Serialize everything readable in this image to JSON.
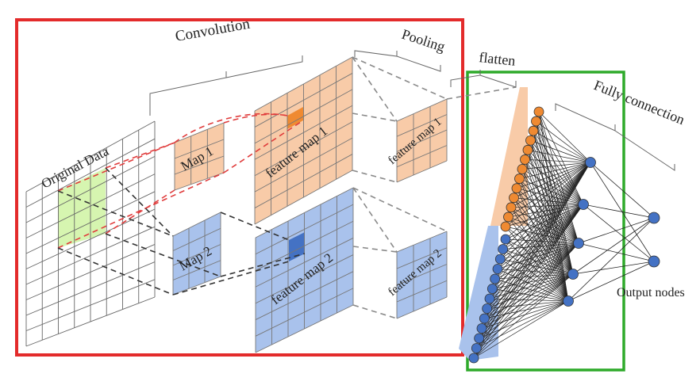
{
  "labels": {
    "convolution": "Convolution",
    "pooling": "Pooling",
    "flatten": "flatten",
    "fully_connection": "Fully connection",
    "original_data": "Original Data",
    "map1": "Map 1",
    "map2": "Map 2",
    "feature_map1": "feature map 1",
    "feature_map2": "feature map 2",
    "pooled_map1": "feature map 1",
    "pooled_map2": "feature map 2",
    "output_nodes": "Output nodes"
  },
  "network": {
    "flatten_nodes_orange": 13,
    "flatten_nodes_blue": 13,
    "hidden_nodes": 5,
    "output_nodes": 2
  },
  "colors": {
    "orange_fill": "#f8cba8",
    "orange_node": "#ef8a32",
    "blue_fill": "#a9c2ec",
    "blue_node": "#4472c4",
    "green_fill": "#d6f5b0",
    "red_frame": "#e32b2b",
    "green_frame": "#2eaa2a",
    "dash_red": "#e03c3c",
    "dash_black": "#333333",
    "dash_gray": "#8a8a8a"
  }
}
